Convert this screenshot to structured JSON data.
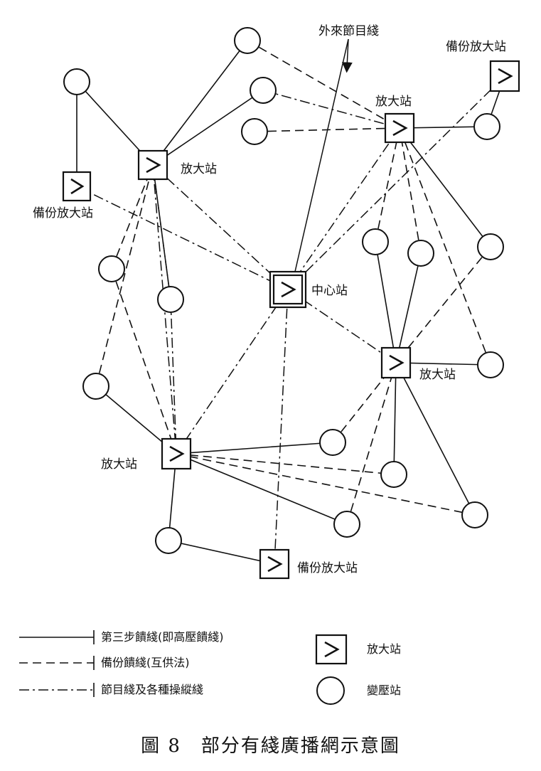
{
  "labels": {
    "external": "外來節目綫",
    "backup_top_right": "備份放大站",
    "amp_top_right": "放大站",
    "amp_left": "放大站",
    "backup_left": "備份放大站",
    "center": "中心站",
    "amp_right": "放大站",
    "amp_bottom_left": "放大站",
    "backup_bottom": "備份放大站"
  },
  "legend": {
    "solid": "第三步饋綫(即高壓饋綫)",
    "dashed": "備份饋綫(互供法)",
    "dashdot": "節目綫及各種操縱綫",
    "amplifier": "放大站",
    "transformer": "變壓站"
  },
  "caption": "圖 8　部分有綫廣播網示意圖",
  "colors": {
    "ink": "#111111",
    "background": "#ffffff"
  }
}
